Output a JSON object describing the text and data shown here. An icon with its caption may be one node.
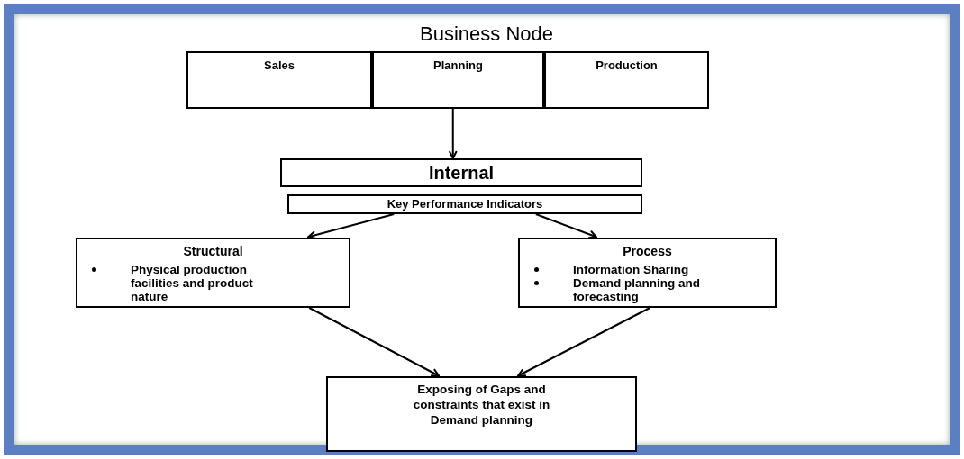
{
  "diagram": {
    "title": "Business Node",
    "nodes": [
      {
        "text": [
          "Sales"
        ]
      },
      {
        "text": [
          "Planning"
        ]
      },
      {
        "text": [
          "Production"
        ]
      },
      {
        "text": [
          "Internal"
        ]
      },
      {
        "text": [
          "Key Performance Indicators"
        ]
      },
      {
        "text": [
          "Structural",
          "Physical production facilities and product nature"
        ]
      },
      {
        "text": [
          "Process",
          "Information Sharing",
          "Demand planning and forecasting"
        ]
      },
      {
        "text": [
          "Exposing of Gaps and constraints that exist in Demand planning"
        ]
      }
    ],
    "edges": [
      {
        "from": 1,
        "to": 3,
        "arrow": "to"
      },
      {
        "from": 4,
        "to": 5,
        "arrow": "to"
      },
      {
        "from": 4,
        "to": 6,
        "arrow": "to"
      },
      {
        "from": 5,
        "to": 7,
        "arrow": "to"
      },
      {
        "from": 6,
        "to": 7,
        "arrow": "to"
      }
    ]
  }
}
